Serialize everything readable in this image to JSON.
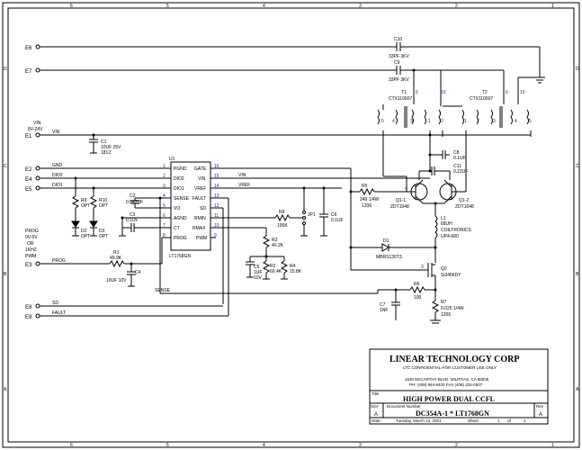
{
  "border": {
    "top_nums": [
      "6",
      "5",
      "4",
      "3",
      "2",
      "1"
    ],
    "side_letters": [
      "D",
      "C",
      "B",
      "A"
    ]
  },
  "connectors": [
    {
      "id": "E6",
      "label": ""
    },
    {
      "id": "E7",
      "label": ""
    },
    {
      "id": "E1",
      "label": "VIN"
    },
    {
      "id": "E2",
      "label": "GND"
    },
    {
      "id": "E4",
      "label": "DIO2"
    },
    {
      "id": "E5",
      "label": "DIO1"
    },
    {
      "id": "E3",
      "label": "PROG"
    },
    {
      "id": "E8",
      "label": "SD"
    },
    {
      "id": "E9",
      "label": "FAULT"
    }
  ],
  "notes": {
    "vin_range": [
      "VIN",
      "8V-24V"
    ],
    "prog_range": [
      "PROG",
      "0V-5V",
      "OR",
      "1KHZ",
      "PWM"
    ]
  },
  "ic": {
    "ref": "U1",
    "part": "LT1768GN",
    "left_pins": [
      {
        "num": "1",
        "name": "PGND"
      },
      {
        "num": "2",
        "name": "DIO2"
      },
      {
        "num": "3",
        "name": "DIO1"
      },
      {
        "num": "4",
        "name": "SENSE"
      },
      {
        "num": "5",
        "name": "VO"
      },
      {
        "num": "6",
        "name": "AGND"
      },
      {
        "num": "7",
        "name": "CT"
      },
      {
        "num": "8",
        "name": "PROG"
      }
    ],
    "right_pins": [
      {
        "num": "16",
        "name": "GATE"
      },
      {
        "num": "15",
        "name": "VIN"
      },
      {
        "num": "14",
        "name": "VREF"
      },
      {
        "num": "13",
        "name": "FAULT"
      },
      {
        "num": "12",
        "name": "SD"
      },
      {
        "num": "11",
        "name": "RMIN"
      },
      {
        "num": "10",
        "name": "RMAX"
      },
      {
        "num": "9",
        "name": "PWM"
      }
    ]
  },
  "net_labels": {
    "vin": "VIN",
    "vref": "VREF",
    "sense": "SENSE"
  },
  "components": {
    "C10": [
      "C10",
      "33PF 3KV"
    ],
    "C9": [
      "C9",
      "33PF 3KV"
    ],
    "T1": [
      "T1",
      "CTX110607"
    ],
    "T2": [
      "T2",
      "CTX110607"
    ],
    "C1": [
      "C1",
      "10UF 25V",
      "1812"
    ],
    "C8": [
      "C8",
      "0.1UF"
    ],
    "C11": [
      "C11",
      "0.22UF"
    ],
    "R5": [
      "R5",
      "249 1/4W",
      "1206"
    ],
    "Q11": [
      "Q1-1",
      "ZDT1048"
    ],
    "Q12": [
      "Q1-2",
      "ZDT1048"
    ],
    "R9": [
      "R9",
      "OPT"
    ],
    "R10": [
      "R10",
      "OPT"
    ],
    "D2": [
      "D2",
      "OPT"
    ],
    "D3": [
      "D3",
      "OPT"
    ],
    "C2": [
      "C2",
      "0.047UF"
    ],
    "C3": [
      "C3",
      "0.1UF"
    ],
    "R8": [
      "R8",
      "100K"
    ],
    "JP1": [
      "JP1"
    ],
    "C6": [
      "C6",
      "0.1UF"
    ],
    "L1": [
      "L1",
      "68UH",
      "COILTRONICS",
      "UP4-680"
    ],
    "D1": [
      "D1",
      "MBRS130T3"
    ],
    "R3": [
      "R3",
      "40.2K"
    ],
    "R1": [
      "R1",
      "49.9K"
    ],
    "C4": [
      "C4",
      "10UF 10V"
    ],
    "C5": [
      "C5",
      "1UF",
      "10V"
    ],
    "R2": [
      "R2",
      "60.4K"
    ],
    "R4": [
      "R4",
      "15.8K"
    ],
    "Q2": [
      "Q2",
      "Si3456DY"
    ],
    "R6": [
      "R6",
      "100"
    ],
    "C7": [
      "C7",
      "1NF"
    ],
    "R7": [
      "R7",
      "0.025 1/4W",
      "1206"
    ]
  },
  "title_block": {
    "company": "LINEAR TECHNOLOGY CORP",
    "confidential": "LTC CONFIDENTIAL-FOR CUSTOMER USE ONLY",
    "address": "1630 McCARTHY BLVD. MILPITAS, CA 95035",
    "phone": "PH: (408) 954-8400  FAX (408) 434-0507",
    "title_label": "Title",
    "title": "HIGH POWER DUAL CCFL",
    "size_label": "Size",
    "size": "A",
    "docnum_label": "Document Number",
    "docnum": "DC354A-1 * LT1768GN",
    "rev_label": "Rev",
    "rev": "A",
    "date_label": "Date:",
    "date": "Tuesday, March 13, 2001",
    "sheet_label": "Sheet",
    "sheet": "1",
    "of_label": "of",
    "sheets": "1"
  }
}
